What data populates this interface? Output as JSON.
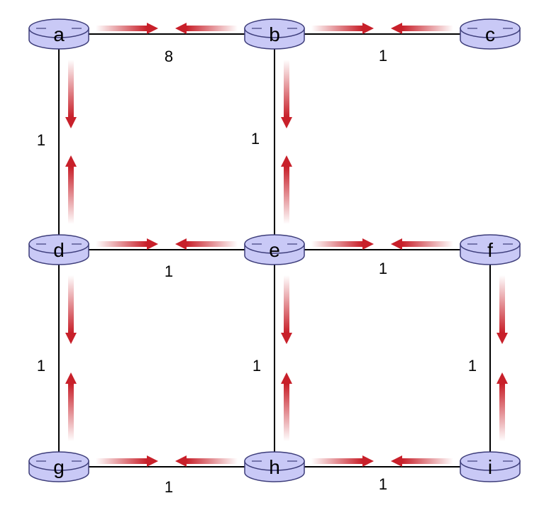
{
  "colors": {
    "router_fill": "#c9c9f6",
    "router_stroke": "#3d3d7a",
    "arrow": "#c8202a",
    "edge": "#000000"
  },
  "routers": [
    {
      "id": "a",
      "label": "a"
    },
    {
      "id": "b",
      "label": "b"
    },
    {
      "id": "c",
      "label": "c"
    },
    {
      "id": "d",
      "label": "d"
    },
    {
      "id": "e",
      "label": "e"
    },
    {
      "id": "f",
      "label": "f"
    },
    {
      "id": "g",
      "label": "g"
    },
    {
      "id": "h",
      "label": "h"
    },
    {
      "id": "i",
      "label": "i"
    }
  ],
  "links": [
    {
      "from": "a",
      "to": "b",
      "weight": "8"
    },
    {
      "from": "b",
      "to": "c",
      "weight": "1"
    },
    {
      "from": "a",
      "to": "d",
      "weight": "1"
    },
    {
      "from": "b",
      "to": "e",
      "weight": "1"
    },
    {
      "from": "d",
      "to": "e",
      "weight": "1"
    },
    {
      "from": "e",
      "to": "f",
      "weight": "1"
    },
    {
      "from": "d",
      "to": "g",
      "weight": "1"
    },
    {
      "from": "e",
      "to": "h",
      "weight": "1"
    },
    {
      "from": "f",
      "to": "i",
      "weight": "1"
    },
    {
      "from": "g",
      "to": "h",
      "weight": "1"
    },
    {
      "from": "h",
      "to": "i",
      "weight": "1"
    }
  ]
}
